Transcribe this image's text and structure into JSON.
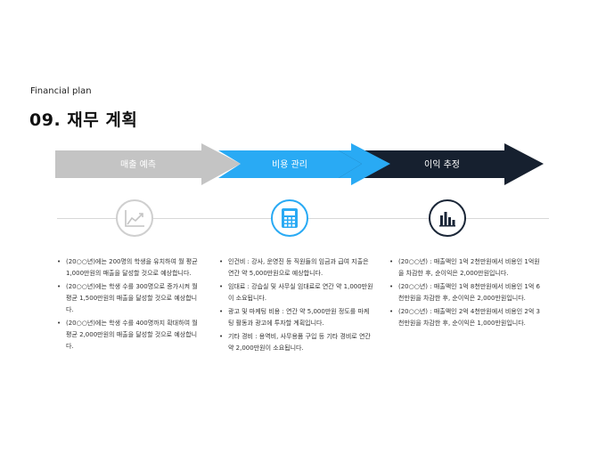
{
  "header": {
    "subtitle": "Financial plan",
    "title": "09. 재무 계획"
  },
  "colors": {
    "step1": "#c4c4c4",
    "step2": "#29aaf4",
    "step3": "#16202f"
  },
  "steps": [
    {
      "label": "매출 예측",
      "icon": "line-chart-icon",
      "bullets": [
        "(20○○년)에는 200명의 학생을 유치하여 월 평균 1,000만원의 매출을 달성할 것으로 예상합니다.",
        "(20○○년)에는 학생 수를 300명으로 증가시켜 월 평균 1,500만원의 매출을 달성할 것으로 예상합니다.",
        "(20○○년)에는 학생 수를 400명까지 확대하여 월 평균 2,000만원의 매출을 달성할 것으로 예상합니다."
      ]
    },
    {
      "label": "비용 관리",
      "icon": "calculator-icon",
      "bullets": [
        "인건비 : 강사, 운영진 등 직원들의 임금과 급여 지출은 연간 약 5,000만원으로 예상합니다.",
        "임대료 : 강습실 및 사무실 임대료로 연간 약 1,000만원이 소요됩니다.",
        "광고 및 마케팅 비용 : 연간 약 5,000만원 정도를 마케팅 활동과 광고에 투자할 계획입니다.",
        "기타 경비 : 용역비, 사무용품 구입 등 기타 경비로 연간 약 2,000만원이 소요됩니다."
      ]
    },
    {
      "label": "이익 추정",
      "icon": "bar-chart-icon",
      "bullets": [
        "(20○○년) : 매출액인 1억 2천만원에서 비용인 1억원을 차감한 후, 순이익은 2,000만원입니다.",
        "(20○○년) : 매출액인 1억 8천만원에서 비용인 1억 6천만원을 차감한 후, 순이익은 2,000만원입니다.",
        "(20○○년) : 매출액인 2억 4천만원에서 비용인 2억 3천만원을 차감한 후, 순이익은 1,000만원입니다."
      ]
    }
  ]
}
